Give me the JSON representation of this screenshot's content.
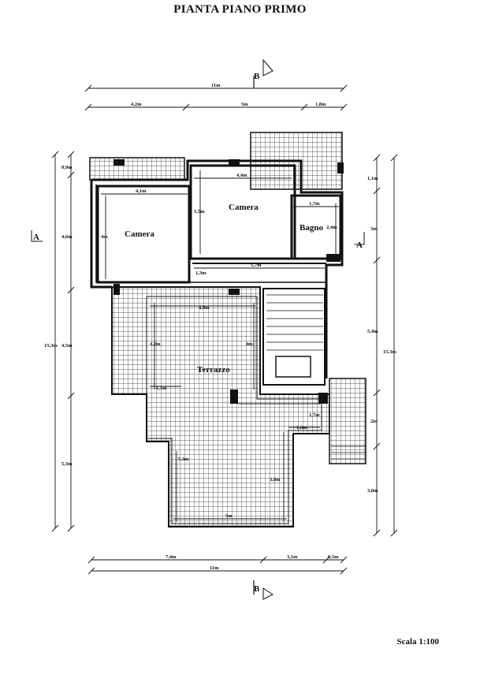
{
  "title": "PIANTA PIANO PRIMO",
  "scale": "Scala 1:100",
  "rooms": {
    "camera_left": "Camera",
    "camera_right": "Camera",
    "bagno": "Bagno",
    "terrazzo": "Terrazzo"
  },
  "sections": {
    "b": "B",
    "a": "A"
  },
  "dims": {
    "top_total": "11m",
    "top_1": "4,2m",
    "top_2": "5m",
    "top_3": "1,8m",
    "bottom_1": "7,4m",
    "bottom_2": "3,1m",
    "bottom_3": "0,5m",
    "bottom_total": "11m",
    "left_total": "15,3m",
    "left_1": "0,9m",
    "left_2": "4,6m",
    "left_3": "4,5m",
    "left_4": "5,3m",
    "right_total": "15,3m",
    "right_1": "1,1m",
    "right_2": "3m",
    "right_3": "5,4m",
    "right_4": "2m",
    "right_5": "3,8m",
    "cam1_w": "4,1m",
    "cam1_h": "4m",
    "cam2_w": "4,4m",
    "cam2_h": "3,5m",
    "bagno_w": "1,7m",
    "bagno_h": "2,4m",
    "corr_w": "5,7m",
    "corr_h": "1,3m",
    "terr_w": "4,9m",
    "terr_h1": "4,2m",
    "terr_h2": "4m",
    "terr_small": "1,1m",
    "terr_r1": "1,7m",
    "terr_r2": "1,6m",
    "terr_low_h": "5,3m",
    "terr_low_h2": "3,8m",
    "terr_low_w": "5m"
  }
}
